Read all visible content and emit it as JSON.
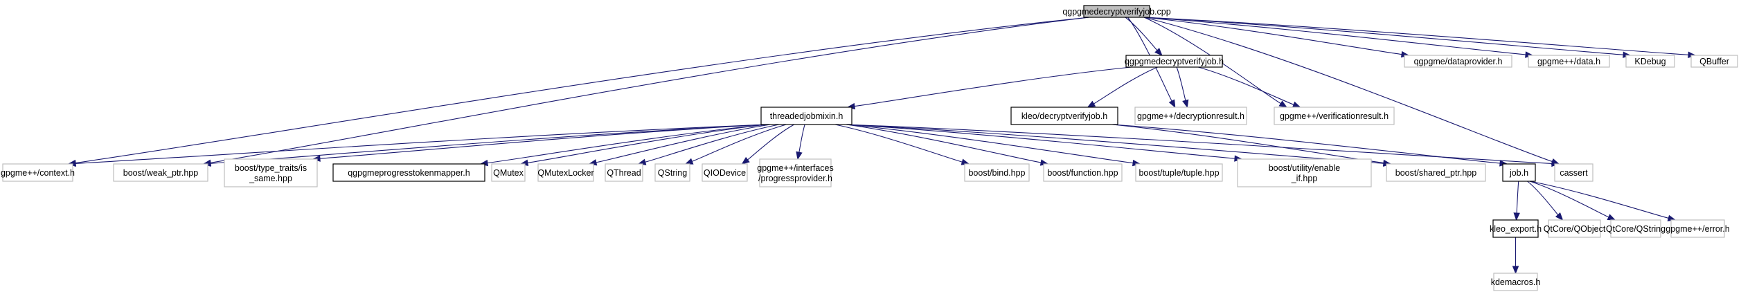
{
  "title": "qgpgmedecryptverifyjob.cpp include dependency graph",
  "colors": {
    "edge": "#191970",
    "root_fill": "#bfbfbf",
    "documented_border": "#000000",
    "external_border": "#bfbfbf"
  },
  "nodes": [
    {
      "id": "cpp",
      "label": [
        "qgpgmedecryptverifyjob.cpp"
      ],
      "kind": "root"
    },
    {
      "id": "h",
      "label": [
        "qgpgmedecryptverifyjob.h"
      ],
      "kind": "documented"
    },
    {
      "id": "dataprovider",
      "label": [
        "qgpgme/dataprovider.h"
      ],
      "kind": "external"
    },
    {
      "id": "data",
      "label": [
        "gpgme++/data.h"
      ],
      "kind": "external"
    },
    {
      "id": "kdebug",
      "label": [
        "KDebug"
      ],
      "kind": "external"
    },
    {
      "id": "qbuffer",
      "label": [
        "QBuffer"
      ],
      "kind": "external"
    },
    {
      "id": "mixin",
      "label": [
        "threadedjobmixin.h"
      ],
      "kind": "documented"
    },
    {
      "id": "kleodvj",
      "label": [
        "kleo/decryptverifyjob.h"
      ],
      "kind": "documented"
    },
    {
      "id": "decres",
      "label": [
        "gpgme++/decryptionresult.h"
      ],
      "kind": "external"
    },
    {
      "id": "verres",
      "label": [
        "gpgme++/verificationresult.h"
      ],
      "kind": "external"
    },
    {
      "id": "context",
      "label": [
        "gpgme++/context.h"
      ],
      "kind": "external"
    },
    {
      "id": "weakptr",
      "label": [
        "boost/weak_ptr.hpp"
      ],
      "kind": "external"
    },
    {
      "id": "issame",
      "label": [
        "boost/type_traits/is",
        "_same.hpp"
      ],
      "kind": "external"
    },
    {
      "id": "ptm",
      "label": [
        "qgpgmeprogresstokenmapper.h"
      ],
      "kind": "documented"
    },
    {
      "id": "qmutex",
      "label": [
        "QMutex"
      ],
      "kind": "external"
    },
    {
      "id": "qmutexlocker",
      "label": [
        "QMutexLocker"
      ],
      "kind": "external"
    },
    {
      "id": "qthread",
      "label": [
        "QThread"
      ],
      "kind": "external"
    },
    {
      "id": "qstring",
      "label": [
        "QString"
      ],
      "kind": "external"
    },
    {
      "id": "qiodevice",
      "label": [
        "QIODevice"
      ],
      "kind": "external"
    },
    {
      "id": "progprov",
      "label": [
        "gpgme++/interfaces",
        "/progressprovider.h"
      ],
      "kind": "external"
    },
    {
      "id": "bind",
      "label": [
        "boost/bind.hpp"
      ],
      "kind": "external"
    },
    {
      "id": "function",
      "label": [
        "boost/function.hpp"
      ],
      "kind": "external"
    },
    {
      "id": "tuple",
      "label": [
        "boost/tuple/tuple.hpp"
      ],
      "kind": "external"
    },
    {
      "id": "enableif",
      "label": [
        "boost/utility/enable",
        "_if.hpp"
      ],
      "kind": "external"
    },
    {
      "id": "sharedptr",
      "label": [
        "boost/shared_ptr.hpp"
      ],
      "kind": "external"
    },
    {
      "id": "job",
      "label": [
        "job.h"
      ],
      "kind": "documented"
    },
    {
      "id": "cassert",
      "label": [
        "cassert"
      ],
      "kind": "external"
    },
    {
      "id": "kleoexport",
      "label": [
        "kleo_export.h"
      ],
      "kind": "documented"
    },
    {
      "id": "qobject",
      "label": [
        "QtCore/QObject"
      ],
      "kind": "external"
    },
    {
      "id": "qtqstring",
      "label": [
        "QtCore/QString"
      ],
      "kind": "external"
    },
    {
      "id": "error",
      "label": [
        "gpgme++/error.h"
      ],
      "kind": "external"
    },
    {
      "id": "kdemacros",
      "label": [
        "kdemacros.h"
      ],
      "kind": "external"
    }
  ],
  "edges": [
    [
      "cpp",
      "h"
    ],
    [
      "cpp",
      "dataprovider"
    ],
    [
      "cpp",
      "data"
    ],
    [
      "cpp",
      "kdebug"
    ],
    [
      "cpp",
      "qbuffer"
    ],
    [
      "cpp",
      "context"
    ],
    [
      "cpp",
      "weakptr"
    ],
    [
      "cpp",
      "decres"
    ],
    [
      "cpp",
      "verres"
    ],
    [
      "cpp",
      "cassert"
    ],
    [
      "h",
      "mixin"
    ],
    [
      "h",
      "kleodvj"
    ],
    [
      "h",
      "decres"
    ],
    [
      "h",
      "verres"
    ],
    [
      "mixin",
      "context"
    ],
    [
      "mixin",
      "weakptr"
    ],
    [
      "mixin",
      "issame"
    ],
    [
      "mixin",
      "ptm"
    ],
    [
      "mixin",
      "qmutex"
    ],
    [
      "mixin",
      "qmutexlocker"
    ],
    [
      "mixin",
      "qthread"
    ],
    [
      "mixin",
      "qstring"
    ],
    [
      "mixin",
      "qiodevice"
    ],
    [
      "mixin",
      "progprov"
    ],
    [
      "mixin",
      "bind"
    ],
    [
      "mixin",
      "function"
    ],
    [
      "mixin",
      "tuple"
    ],
    [
      "mixin",
      "enableif"
    ],
    [
      "mixin",
      "sharedptr"
    ],
    [
      "mixin",
      "cassert"
    ],
    [
      "kleodvj",
      "job"
    ],
    [
      "kleodvj",
      "sharedptr"
    ],
    [
      "job",
      "kleoexport"
    ],
    [
      "job",
      "qobject"
    ],
    [
      "job",
      "qtqstring"
    ],
    [
      "job",
      "error"
    ],
    [
      "kleoexport",
      "kdemacros"
    ]
  ]
}
